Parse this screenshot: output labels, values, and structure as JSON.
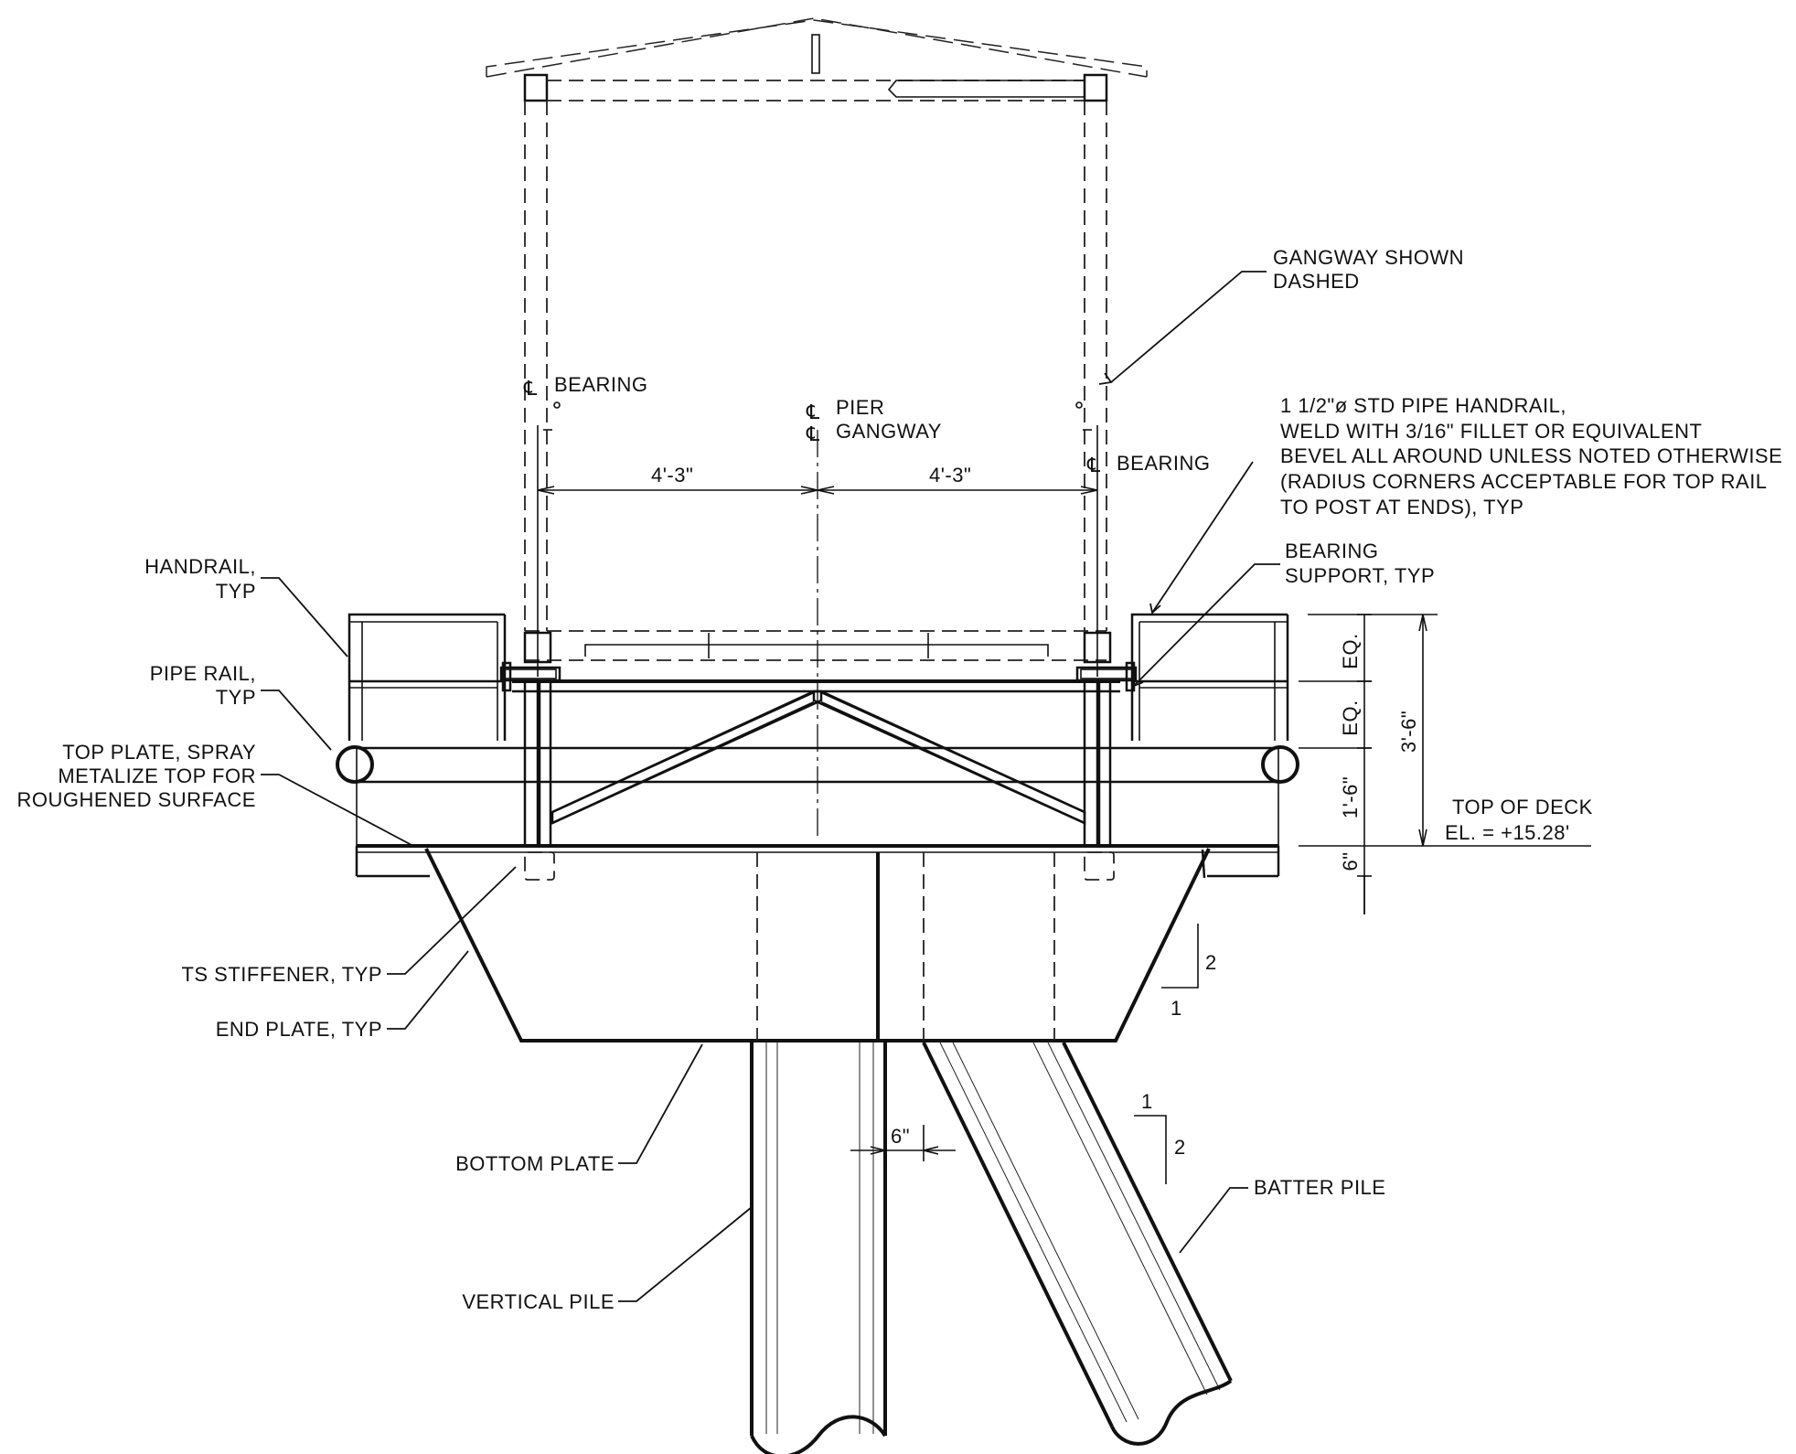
{
  "labels": {
    "gangway_shown_1": "GANGWAY SHOWN",
    "gangway_shown_2": "DASHED",
    "bearing_left": "BEARING",
    "bearing_right": "BEARING",
    "pier": "PIER",
    "gangway": "GANGWAY",
    "dim_left": "4'-3\"",
    "dim_right": "4'-3\"",
    "handrail_note_1": "1 1/2\"ø STD PIPE HANDRAIL,",
    "handrail_note_2": "WELD WITH 3/16\" FILLET OR EQUIVALENT",
    "handrail_note_3": "BEVEL ALL AROUND UNLESS NOTED OTHERWISE",
    "handrail_note_4": "(RADIUS CORNERS ACCEPTABLE FOR TOP RAIL",
    "handrail_note_5": "TO POST AT ENDS), TYP",
    "bearing_support_1": "BEARING",
    "bearing_support_2": "SUPPORT, TYP",
    "handrail_1": "HANDRAIL,",
    "handrail_2": "TYP",
    "pipe_rail_1": "PIPE RAIL,",
    "pipe_rail_2": "TYP",
    "top_plate_1": "TOP PLATE, SPRAY",
    "top_plate_2": "METALIZE TOP FOR",
    "top_plate_3": "ROUGHENED SURFACE",
    "eq_1": "EQ.",
    "eq_2": "EQ.",
    "dim_3_6": "3'-6\"",
    "dim_1_6": "1'-6\"",
    "dim_6_vert": "6\"",
    "top_of_deck_1": "TOP OF DECK",
    "top_of_deck_2": "EL. = +15.28'",
    "ts_stiffener": "TS STIFFENER, TYP",
    "end_plate": "END PLATE, TYP",
    "slope1_rise": "2",
    "slope1_run": "1",
    "bottom_plate": "BOTTOM PLATE",
    "dim_6_horiz": "6\"",
    "slope2_run": "1",
    "slope2_rise": "2",
    "batter_pile": "BATTER PILE",
    "vertical_pile": "VERTICAL PILE"
  }
}
